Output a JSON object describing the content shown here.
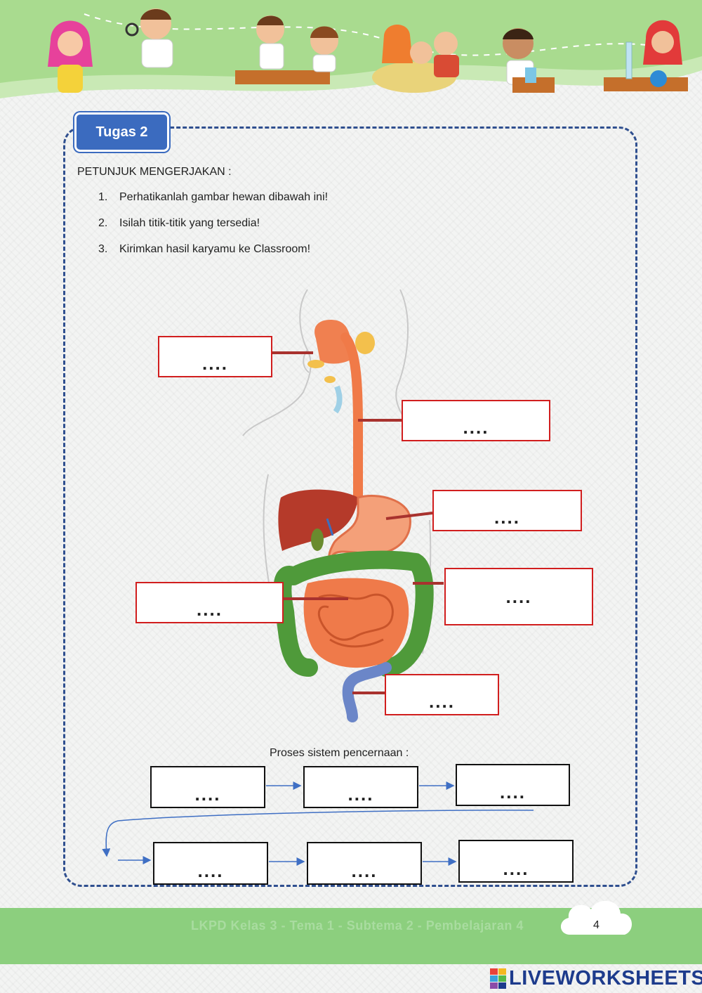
{
  "task": {
    "tab_label": "Tugas 2",
    "instructions_title": "PETUNJUK MENGERJAKAN :",
    "instructions": [
      {
        "num": "1.",
        "text": "Perhatikanlah gambar hewan dibawah ini!"
      },
      {
        "num": "2.",
        "text": "Isilah titik-titik yang tersedia!"
      },
      {
        "num": "3.",
        "text": "Kirimkan hasil karyamu ke Classroom!"
      }
    ]
  },
  "organ_labels": [
    "....",
    "....",
    "....",
    "....",
    "....",
    "...."
  ],
  "process": {
    "title": "Proses sistem pencernaan :",
    "row1": [
      "....",
      "....",
      "...."
    ],
    "row2": [
      "....",
      "....",
      "...."
    ]
  },
  "footer": {
    "text": "LKPD Kelas 3 - Tema 1 - Subtema 2 - Pembelajaran 4",
    "page_number": "4"
  },
  "brand": {
    "name": "LIVEWORKSHEETS"
  },
  "colors": {
    "frame": "#2f4f8f",
    "tab": "#3b6bbf",
    "label_border": "#d11e1e",
    "footer_green": "#8ccf7e",
    "arrow": "#3f6fc4"
  }
}
